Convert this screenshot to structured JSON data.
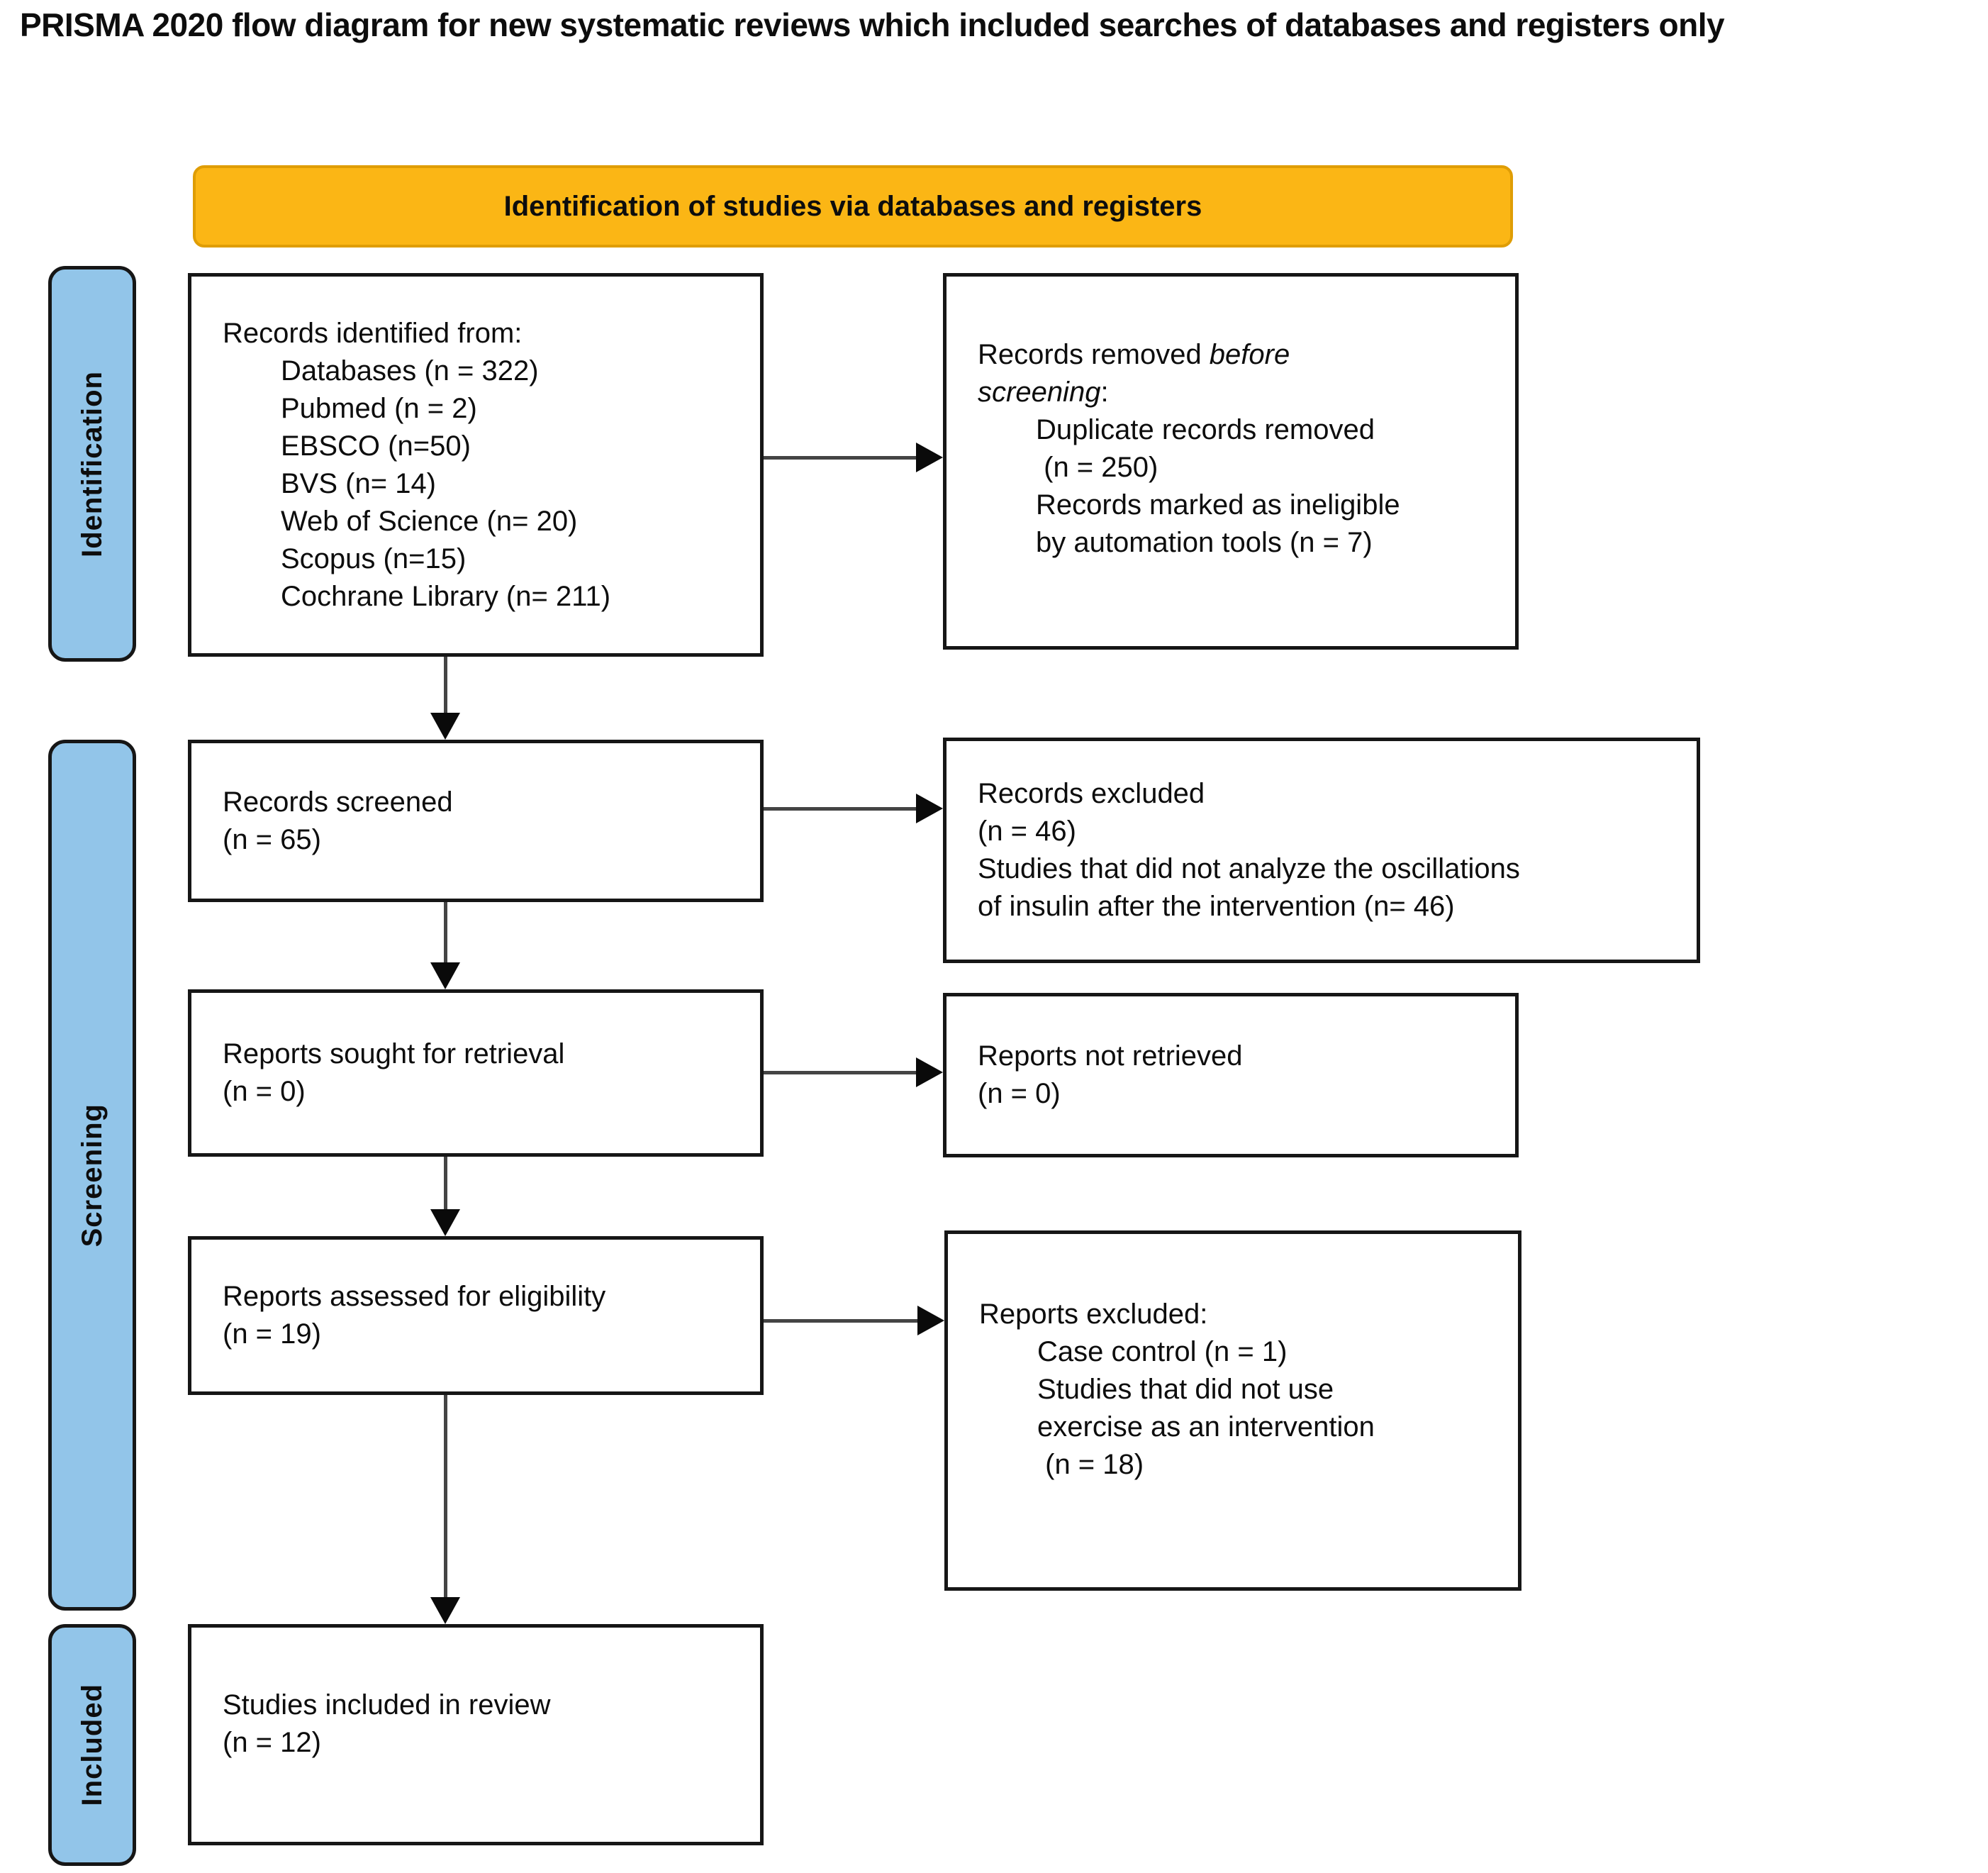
{
  "title": "PRISMA 2020 flow diagram for new systematic reviews which included searches of databases and registers only",
  "banner": {
    "label": "Identification of studies via databases and registers"
  },
  "stages": [
    {
      "label": "Identification"
    },
    {
      "label": "Screening"
    },
    {
      "label": "Included"
    }
  ],
  "boxes": {
    "records_identified": {
      "lines": [
        {
          "segments": [
            {
              "text": "Records identified from:"
            }
          ]
        },
        {
          "indent": true,
          "segments": [
            {
              "text": "Databases (n = 322)"
            }
          ]
        },
        {
          "indent": true,
          "segments": [
            {
              "text": "Pubmed (n = 2)"
            }
          ]
        },
        {
          "indent": true,
          "segments": [
            {
              "text": "EBSCO (n=50)"
            }
          ]
        },
        {
          "indent": true,
          "segments": [
            {
              "text": "BVS (n= 14)"
            }
          ]
        },
        {
          "indent": true,
          "segments": [
            {
              "text": "Web of Science (n= 20)"
            }
          ]
        },
        {
          "indent": true,
          "segments": [
            {
              "text": "Scopus (n=15)"
            }
          ]
        },
        {
          "indent": true,
          "segments": [
            {
              "text": "Cochrane Library (n= 211)"
            }
          ]
        }
      ]
    },
    "records_removed": {
      "lines": [
        {
          "segments": [
            {
              "text": "Records removed "
            },
            {
              "text": "before",
              "italic": true
            }
          ]
        },
        {
          "segments": [
            {
              "text": "screening",
              "italic": true
            },
            {
              "text": ":"
            }
          ]
        },
        {
          "indent": true,
          "segments": [
            {
              "text": "Duplicate records removed"
            }
          ]
        },
        {
          "indent": true,
          "segments": [
            {
              "text": " (n = 250)"
            }
          ]
        },
        {
          "indent": true,
          "segments": [
            {
              "text": "Records marked as ineligible"
            }
          ]
        },
        {
          "indent": true,
          "segments": [
            {
              "text": "by automation tools (n = 7)"
            }
          ]
        }
      ]
    },
    "records_screened": {
      "lines": [
        {
          "segments": [
            {
              "text": "Records screened"
            }
          ]
        },
        {
          "segments": [
            {
              "text": "(n = 65)"
            }
          ]
        }
      ]
    },
    "records_excluded": {
      "lines": [
        {
          "segments": [
            {
              "text": "Records excluded"
            }
          ]
        },
        {
          "segments": [
            {
              "text": "(n = 46)"
            }
          ]
        },
        {
          "segments": [
            {
              "text": "Studies that did not analyze the oscillations"
            }
          ]
        },
        {
          "segments": [
            {
              "text": "of insulin after the intervention (n= 46)"
            }
          ]
        }
      ]
    },
    "reports_sought": {
      "lines": [
        {
          "segments": [
            {
              "text": "Reports sought for retrieval"
            }
          ]
        },
        {
          "segments": [
            {
              "text": "(n = 0)"
            }
          ]
        }
      ]
    },
    "reports_not_retrieved": {
      "lines": [
        {
          "segments": [
            {
              "text": "Reports not retrieved"
            }
          ]
        },
        {
          "segments": [
            {
              "text": "(n = 0)"
            }
          ]
        }
      ]
    },
    "reports_assessed": {
      "lines": [
        {
          "segments": [
            {
              "text": "Reports assessed for eligibility"
            }
          ]
        },
        {
          "segments": [
            {
              "text": "(n = 19)"
            }
          ]
        }
      ]
    },
    "reports_excluded": {
      "lines": [
        {
          "segments": [
            {
              "text": "Reports excluded:"
            }
          ]
        },
        {
          "indent": true,
          "segments": [
            {
              "text": "Case control (n = 1)"
            }
          ]
        },
        {
          "indent": true,
          "segments": [
            {
              "text": "Studies that did not use"
            }
          ]
        },
        {
          "indent": true,
          "segments": [
            {
              "text": "exercise as an intervention"
            }
          ]
        },
        {
          "indent": true,
          "segments": [
            {
              "text": " (n = 18)"
            }
          ]
        }
      ]
    },
    "studies_included": {
      "lines": [
        {
          "segments": [
            {
              "text": "Studies included in review"
            }
          ]
        },
        {
          "segments": [
            {
              "text": "(n = 12)"
            }
          ]
        }
      ]
    }
  },
  "colors": {
    "banner_fill": "#FBB615",
    "banner_border": "#DF9D05",
    "stage_fill": "#92C5E9",
    "box_border": "#161616",
    "arrow": "#0A0A0A"
  }
}
